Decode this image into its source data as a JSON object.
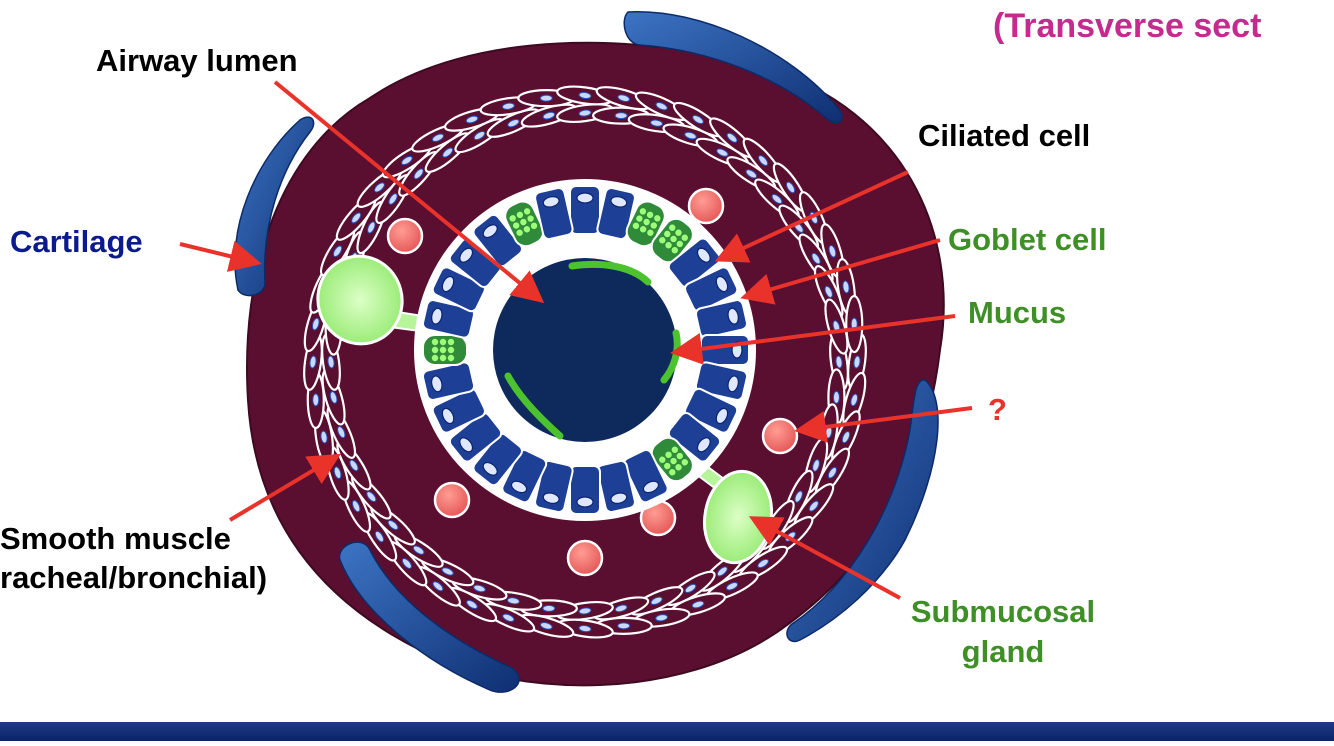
{
  "title": "(Transverse sect",
  "labels": {
    "airway_lumen": "Airway lumen",
    "ciliated_cell": "Ciliated cell",
    "cartilage": "Cartilage",
    "goblet_cell": "Goblet cell",
    "mucus": "Mucus",
    "unknown": "?",
    "smooth_muscle_line1": "Smooth muscle",
    "smooth_muscle_line2": "racheal/bronchial)",
    "submucosal_line1": "Submucosal",
    "submucosal_line2": "gland"
  },
  "colors": {
    "wall": "#5a0f30",
    "cartilage": "#1c4a96",
    "lumen": "#0e2a5c",
    "epithelial_cell": "#1e3f96",
    "goblet": "#2f8a3a",
    "mucus": "#4cc22e",
    "gland": "#b6f59a",
    "vessel": "#ea6a6a",
    "arrow": "#e8322a"
  }
}
